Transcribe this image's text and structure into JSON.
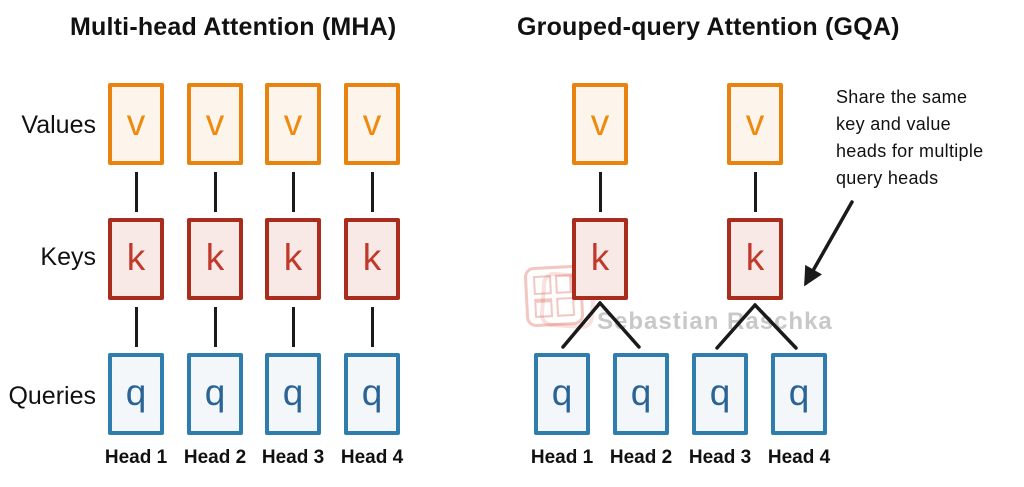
{
  "colors": {
    "orange_border": "#E8830F",
    "orange_fill": "#FDF4EB",
    "orange_letter": "#EE8A0D",
    "red_border": "#A92C1C",
    "red_fill": "#F8E9E6",
    "red_letter": "#C0392B",
    "blue_border": "#2E7DAD",
    "blue_fill": "#F3F7F9",
    "blue_letter": "#2A6496",
    "line_black": "#1A1A1A",
    "watermark_gray": "#BFBFBF",
    "stamp_red": "#D9473A"
  },
  "diagram": {
    "left": {
      "title": "Multi-head Attention (MHA)",
      "head_labels": [
        "Head 1",
        "Head 2",
        "Head 3",
        "Head 4"
      ]
    },
    "right": {
      "title": "Grouped-query Attention (GQA)",
      "head_labels": [
        "Head 1",
        "Head 2",
        "Head 3",
        "Head 4"
      ],
      "annotation": "Share the same\nkey and value\nheads for multiple\nquery heads"
    },
    "row_labels": {
      "values": "Values",
      "keys": "Keys",
      "queries": "Queries"
    },
    "letters": {
      "v": "v",
      "k": "k",
      "q": "q"
    },
    "watermark": "Sebastian Raschka"
  }
}
